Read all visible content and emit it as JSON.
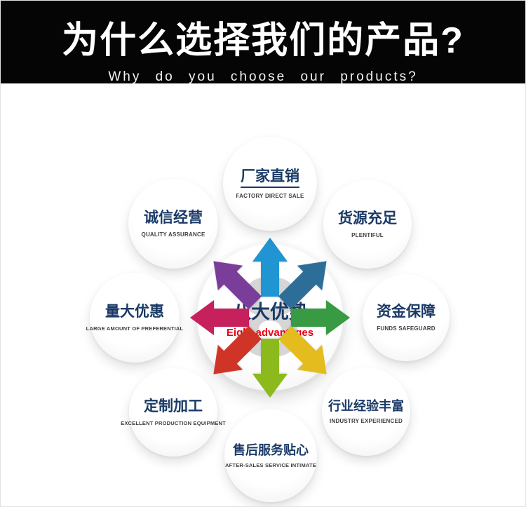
{
  "header": {
    "title": "为什么选择我们的产品?",
    "subtitle": "Why do you choose our products?"
  },
  "diagram": {
    "center": {
      "number": "8",
      "title": "八大优势",
      "subtitle": "Eight advantages"
    },
    "items": [
      {
        "label": "厂家直销",
        "caption": "FACTORY DIRECT SALE",
        "position": "top"
      },
      {
        "label": "货源充足",
        "caption": "PLENTIFUL",
        "position": "top-right"
      },
      {
        "label": "资金保障",
        "caption": "FUNDS SAFEGUARD",
        "position": "right"
      },
      {
        "label": "行业经验丰富",
        "caption": "INDUSTRY EXPERIENCED",
        "position": "bottom-right"
      },
      {
        "label": "售后服务贴心",
        "caption": "AFTER-SALES SERVICE INTIMATE",
        "position": "bottom"
      },
      {
        "label": "定制加工",
        "caption": "EXCELLENT PRODUCTION EQUIPMENT",
        "position": "bottom-left"
      },
      {
        "label": "量大优惠",
        "caption": "LARGE AMOUNT OF PREFERENTIAL",
        "position": "left"
      },
      {
        "label": "诚信经营",
        "caption": "QUALITY ASSURANCE",
        "position": "top-left"
      }
    ],
    "arrows": [
      {
        "direction": "up",
        "color": "#2095d2"
      },
      {
        "direction": "up-right",
        "color": "#2d6e99"
      },
      {
        "direction": "right",
        "color": "#389b44"
      },
      {
        "direction": "down-right",
        "color": "#e4bc1e"
      },
      {
        "direction": "down",
        "color": "#8cba1d"
      },
      {
        "direction": "down-left",
        "color": "#cf3426"
      },
      {
        "direction": "left",
        "color": "#c6215c"
      },
      {
        "direction": "up-left",
        "color": "#7a3e9a"
      }
    ],
    "colors": {
      "label_navy": "#1a3a66",
      "accent_red": "#e60012",
      "header_background": "#050505",
      "number_gray": "#d6d6d6"
    }
  }
}
